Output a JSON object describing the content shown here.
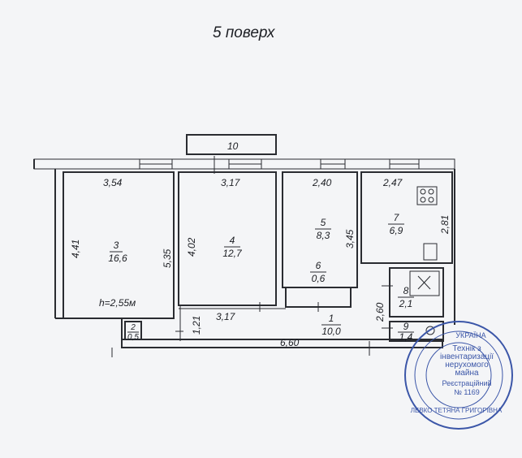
{
  "title": "5 поверх",
  "balcony_label": "10",
  "rooms": [
    {
      "num": "3",
      "area": "16,6"
    },
    {
      "num": "4",
      "area": "12,7"
    },
    {
      "num": "5",
      "area": "8,3"
    },
    {
      "num": "6",
      "area": "0,6"
    },
    {
      "num": "7",
      "area": "6,9"
    },
    {
      "num": "8",
      "area": "2,1"
    },
    {
      "num": "9",
      "area": "1,4"
    },
    {
      "num": "1",
      "area": "10,0"
    },
    {
      "num": "2",
      "area": "0,5"
    }
  ],
  "dimensions": {
    "d354": "3,54",
    "d317a": "3,17",
    "d240": "2,40",
    "d247": "2,47",
    "d441": "4,41",
    "d535": "5,35",
    "d402": "4,02",
    "d345": "3,45",
    "d281": "2,81",
    "d317b": "3,17",
    "d121": "1,21",
    "d660": "6,60",
    "d260": "2,60"
  },
  "height_label": "h=2,55м",
  "stamp": {
    "line1": "УКРАЇНА",
    "line2": "Технік з",
    "line3": "інвентаризації",
    "line4": "нерухомого",
    "line5": "майна",
    "line6": "Реєстраційний",
    "line7": "№ 1169",
    "ring": "ЛЕВКО ТЕТЯНА ГРИГОРІВНА"
  },
  "colors": {
    "ink": "#2a2c31",
    "stamp": "#3b56a8",
    "paper": "#f4f5f7"
  }
}
